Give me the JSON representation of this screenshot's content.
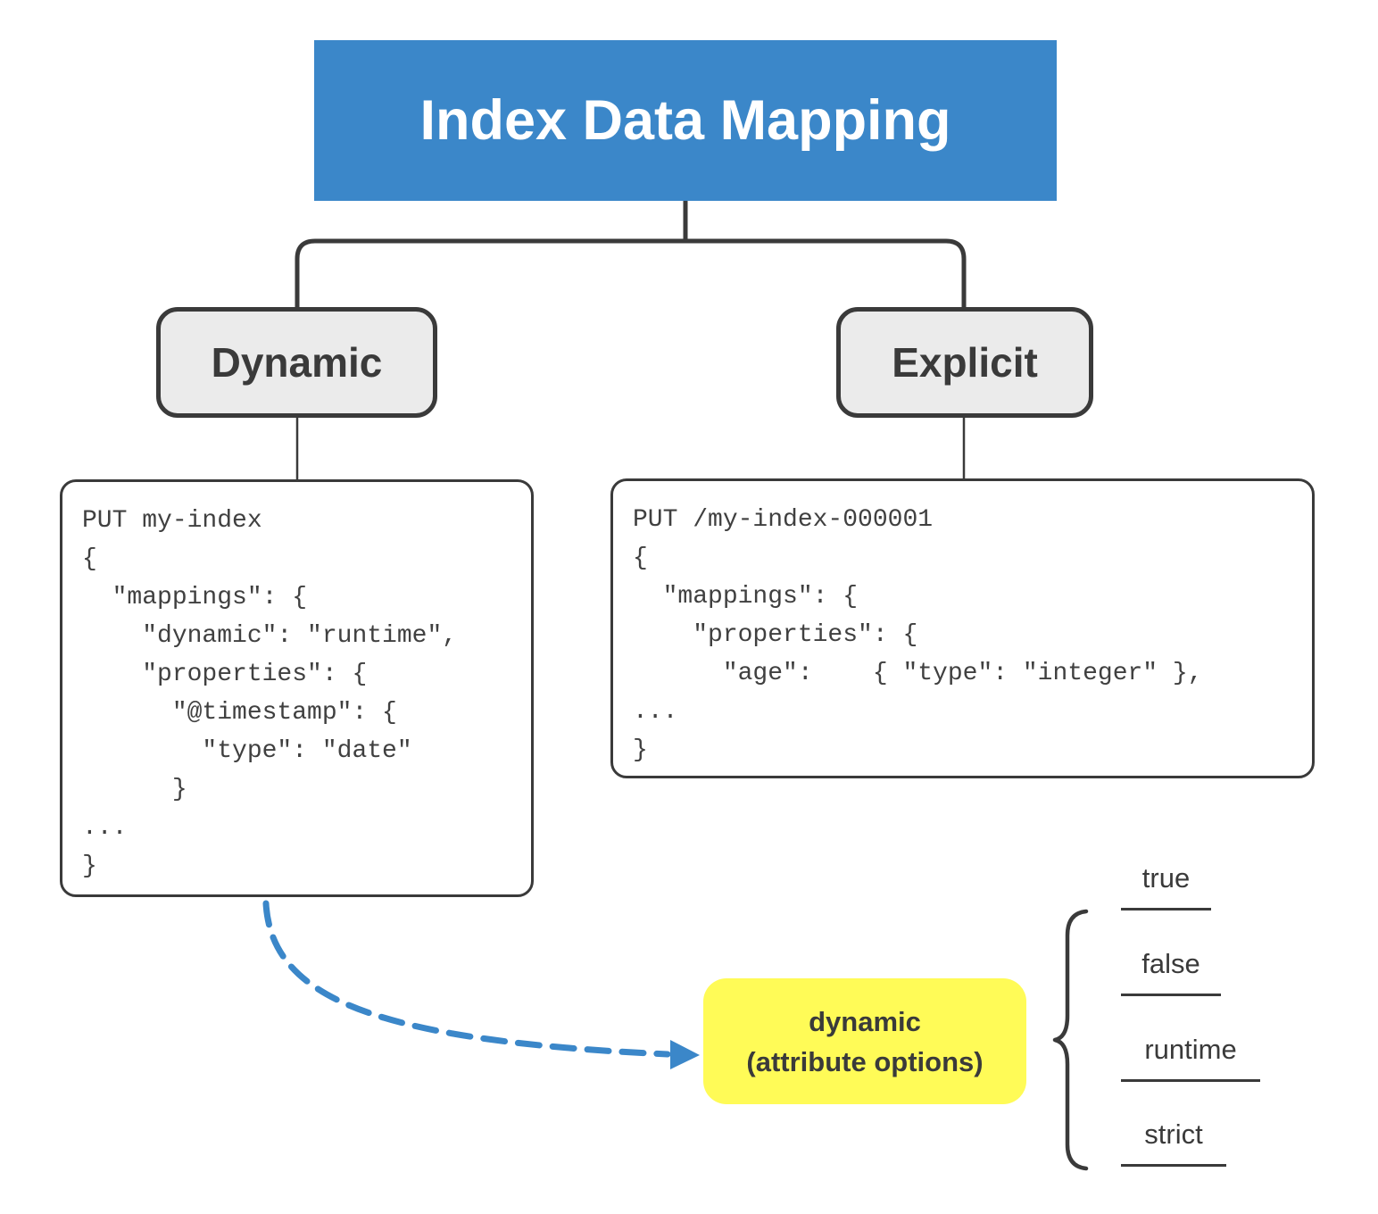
{
  "title": {
    "label": "Index Data Mapping"
  },
  "branches": {
    "left": {
      "label": "Dynamic"
    },
    "right": {
      "label": "Explicit"
    }
  },
  "code_blocks": {
    "dynamic": {
      "code": "PUT my-index\n{\n  \"mappings\": {\n    \"dynamic\": \"runtime\",\n    \"properties\": {\n      \"@timestamp\": {\n        \"type\": \"date\"\n      }\n...\n}"
    },
    "explicit": {
      "code": "PUT /my-index-000001\n{\n  \"mappings\": {\n    \"properties\": {\n      \"age\":    { \"type\": \"integer\" },\n...\n}"
    }
  },
  "highlight": {
    "title": "dynamic",
    "subtitle": "(attribute options)"
  },
  "attribute_options": {
    "items": [
      {
        "label": "true"
      },
      {
        "label": "false"
      },
      {
        "label": "runtime"
      },
      {
        "label": "strict"
      }
    ]
  },
  "colors": {
    "accent_blue": "#3b87c9",
    "highlight_yellow": "#fffb57",
    "node_fill": "#ebebeb",
    "line_dark": "#3a3a3a",
    "code_text": "#404040",
    "arrow_blue": "#3b87c9"
  }
}
